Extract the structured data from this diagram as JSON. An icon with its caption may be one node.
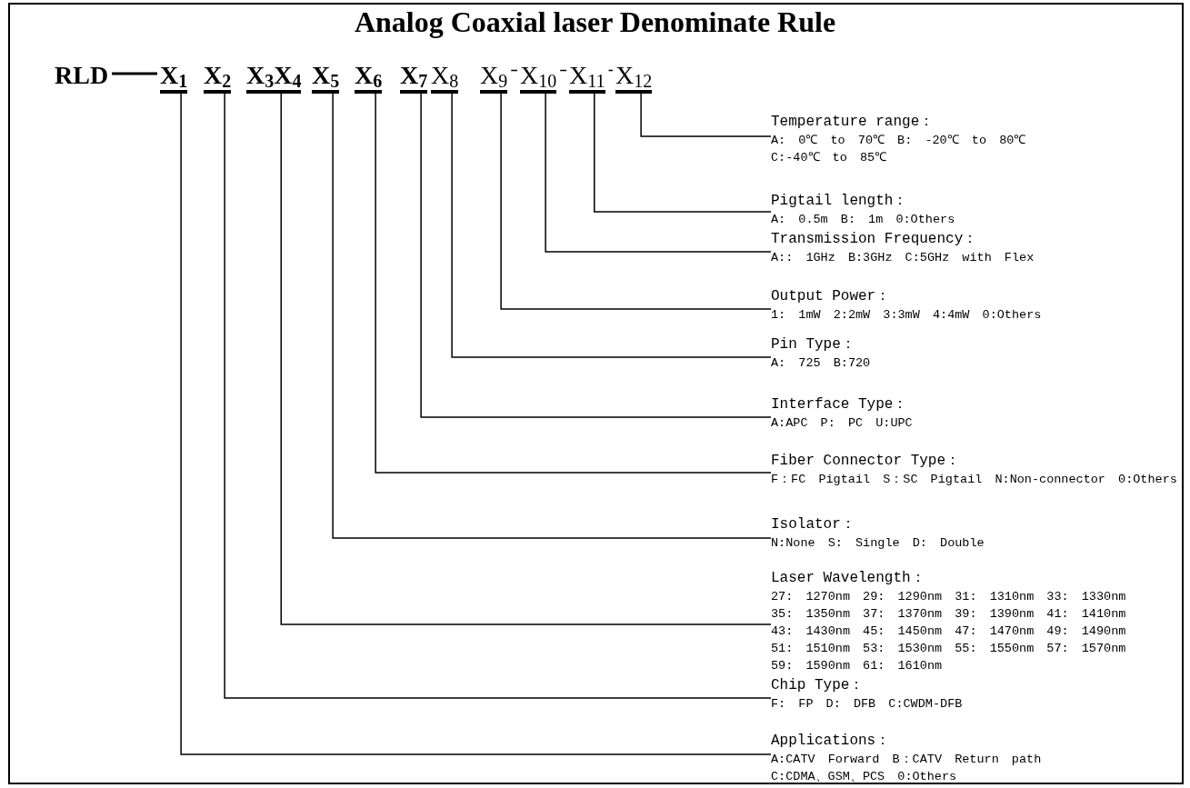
{
  "diagram": {
    "title": "Analog Coaxial laser Denominate Rule",
    "nodes": [
      {
        "text": [
          "RLD"
        ]
      },
      {
        "text": [
          "X$_{1}$"
        ]
      },
      {
        "text": [
          "X$_{2}$"
        ]
      },
      {
        "text": [
          "X$_{3}$X$_{4}$"
        ]
      },
      {
        "text": [
          "X$_{5}$"
        ]
      },
      {
        "text": [
          "X$_{6}$"
        ]
      },
      {
        "text": [
          "X$_{7}$"
        ]
      },
      {
        "text": [
          "X$_{8}$"
        ]
      },
      {
        "text": [
          "X$_{9}$"
        ]
      },
      {
        "text": [
          "X$_{10}$"
        ]
      },
      {
        "text": [
          "X$_{11}$"
        ]
      },
      {
        "text": [
          "X$_{12}$"
        ]
      },
      {
        "text": [
          "Temperature range：",
          "A: 0℃ to 70℃ B: -20℃ to 80℃",
          "C:-40℃ to 85℃"
        ]
      },
      {
        "text": [
          "Pigtail length：",
          "A: 0.5m B: 1m 0:Others"
        ]
      },
      {
        "text": [
          "Transmission Frequency：",
          "A:: 1GHz B:3GHz C:5GHz with Flex"
        ]
      },
      {
        "text": [
          "Output Power：",
          "1: 1mW 2:2mW 3:3mW 4:4mW 0:Others"
        ]
      },
      {
        "text": [
          "Pin Type：",
          "A: 725 B:720"
        ]
      },
      {
        "text": [
          "Interface Type：",
          "A:APC P: PC U:UPC"
        ]
      },
      {
        "text": [
          "Fiber Connector Type：",
          "F：FC Pigtail S：SC Pigtail N:Non-connector 0:Others"
        ]
      },
      {
        "text": [
          "Isolator：",
          "N:None S: Single D: Double"
        ]
      },
      {
        "text": [
          "Laser Wavelength：",
          "27: 1270nm 29: 1290nm 31: 1310nm 33: 1330nm",
          "35: 1350nm 37: 1370nm 39: 1390nm 41: 1410nm",
          "43: 1430nm 45: 1450nm 47: 1470nm 49: 1490nm",
          "51: 1510nm 53: 1530nm 55: 1550nm 57: 1570nm",
          "59: 1590nm 61: 1610nm"
        ]
      },
      {
        "text": [
          "Chip Type：",
          "F: FP D: DFB C:CWDM-DFB"
        ]
      },
      {
        "text": [
          "Applications：",
          "A:CATV Forward B：CATV Return path",
          "C:CDMA、GSM、PCS 0:Others"
        ]
      }
    ],
    "edges": [
      {
        "from": 0,
        "to": 1,
        "arrow": "none"
      },
      {
        "from": 8,
        "to": 9,
        "arrow": "none"
      },
      {
        "from": 9,
        "to": 10,
        "arrow": "none"
      },
      {
        "from": 10,
        "to": 11,
        "arrow": "none"
      },
      {
        "from": 12,
        "to": 11,
        "arrow": "none"
      },
      {
        "from": 13,
        "to": 10,
        "arrow": "none"
      },
      {
        "from": 14,
        "to": 9,
        "arrow": "none"
      },
      {
        "from": 15,
        "to": 8,
        "arrow": "none"
      },
      {
        "from": 16,
        "to": 7,
        "arrow": "none"
      },
      {
        "from": 17,
        "to": 6,
        "arrow": "none"
      },
      {
        "from": 18,
        "to": 5,
        "arrow": "none"
      },
      {
        "from": 19,
        "to": 4,
        "arrow": "none"
      },
      {
        "from": 20,
        "to": 3,
        "arrow": "none"
      },
      {
        "from": 21,
        "to": 2,
        "arrow": "none"
      },
      {
        "from": 22,
        "to": 1,
        "arrow": "none"
      }
    ]
  }
}
